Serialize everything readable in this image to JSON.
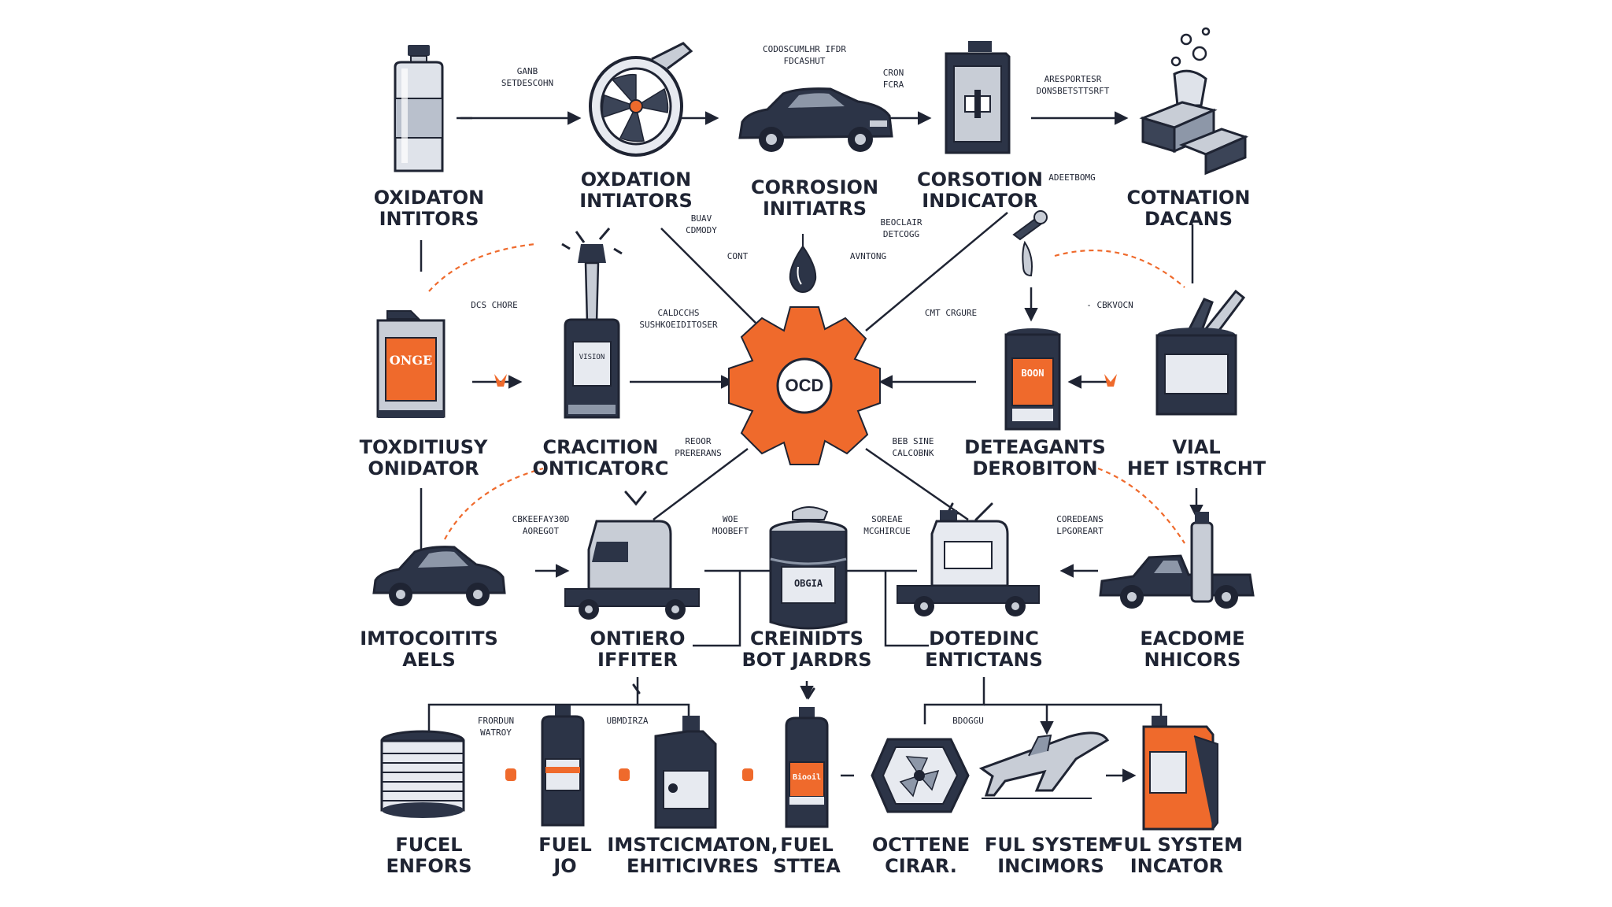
{
  "hub": {
    "label": "OCD"
  },
  "nodes": {
    "n1": {
      "line1": "OXIDATON",
      "line2": "INTITORS",
      "icon": "bottle-icon"
    },
    "n2": {
      "line1": "OXDATION",
      "line2": "INTIATORS",
      "icon": "turbine-fan-icon"
    },
    "n3": {
      "line1": "CORROSION",
      "line2": "INITIATRS",
      "icon": "sports-car-icon"
    },
    "n4": {
      "line1": "CORSOTION",
      "line2": "INDICATOR",
      "icon": "jerrycan-icon"
    },
    "n5": {
      "line1": "COTNATION",
      "line2": "DACANS",
      "icon": "bubbling-blocks-icon"
    },
    "n6": {
      "line1": "TOXDITIUSY",
      "line2": "ONIDATOR",
      "icon": "jug-can-icon"
    },
    "n7": {
      "line1": "CRACITION",
      "line2": "ONTICATORC",
      "icon": "splash-tank-icon"
    },
    "n8": {
      "line1": "DETEAGANTS",
      "line2": "DEROBITON",
      "icon": "label-can-icon"
    },
    "n9": {
      "line1": "VIAL",
      "line2": "HET ISTRCHT",
      "icon": "jar-with-tool-icon"
    },
    "n10": {
      "line1": "IMTOCOITITS",
      "line2": "AELS",
      "icon": "coupe-car-icon"
    },
    "n11": {
      "line1": "ONTIERO",
      "line2": "IFFITER",
      "icon": "truck-cab-icon"
    },
    "n12": {
      "line1": "CREINIDTS",
      "line2": "BOT JARDRS",
      "icon": "drum-icon"
    },
    "n13": {
      "line1": "DOTEDINC",
      "line2": "ENTICTANS",
      "icon": "tanker-truck-icon"
    },
    "n14": {
      "line1": "EACDOME",
      "line2": "NHICORS",
      "icon": "pickup-truck-icon"
    },
    "n15": {
      "line1": "FUCEL",
      "line2": "ENFORS",
      "icon": "fuel-filter-icon"
    },
    "n16": {
      "line1": "FUEL",
      "line2": "JO",
      "icon": "fuel-bottle-icon"
    },
    "n17": {
      "line1": "IMSTCICMATON,",
      "line2": "EHITICIVRES",
      "icon": "spray-bottle-icon"
    },
    "n18": {
      "line1": "FUEL",
      "line2": "STTEA",
      "icon": "additive-bottle-icon"
    },
    "n19": {
      "line1": "OCTTENE",
      "line2": "CIRAR.",
      "icon": "engine-part-icon"
    },
    "n20": {
      "line1": "FUL SYSTEM",
      "line2": "INCIMORS",
      "icon": "jet-plane-icon"
    },
    "n21": {
      "line1": "FUL SYSTEM",
      "line2": "INCATOR",
      "icon": "fuel-canister-icon"
    }
  },
  "notes": {
    "a1": {
      "line1": "GANB",
      "line2": "SETDESCOHN"
    },
    "a2": {
      "line1": "CODOSCUMLHR IFDR",
      "line2": "FDCASHUT"
    },
    "a3": {
      "line1": "CRON",
      "line2": "FCRA"
    },
    "a4": {
      "line1": "ARESPORTESR",
      "line2": "DONSBETSTTSRFT"
    },
    "a5": {
      "line1": "ADEETBOMG",
      "line2": ""
    },
    "a6": {
      "line1": "BUAV",
      "line2": "CDMODY"
    },
    "a7": {
      "line1": "BEOCLAIR",
      "line2": "DETCOGG"
    },
    "a8": {
      "line1": "CONT",
      "line2": ""
    },
    "a9": {
      "line1": "AVNTONG",
      "line2": ""
    },
    "a10": {
      "line1": "DCS CHORE",
      "line2": ""
    },
    "a11": {
      "line1": "CALDCCHS",
      "line2": "SUSHKOEIDITOSER"
    },
    "a12": {
      "line1": "CMT CRGURE",
      "line2": ""
    },
    "a13": {
      "line1": "- CBKVOCN",
      "line2": ""
    },
    "a14": {
      "line1": "REOOR",
      "line2": "PRERERANS"
    },
    "a15": {
      "line1": "BEB SINE",
      "line2": "CALCOBNK"
    },
    "a16": {
      "line1": "CBKEEFAY30D",
      "line2": "AOREGOT"
    },
    "a17": {
      "line1": "WOE",
      "line2": "MOOBEFT"
    },
    "a18": {
      "line1": "SOREAE",
      "line2": "MCGHIRCUE"
    },
    "a19": {
      "line1": "COREDEANS",
      "line2": "LPGOREART"
    },
    "a20": {
      "line1": "FRORDUN",
      "line2": "WATROY"
    },
    "a21": {
      "line1": "UBMDIRZA",
      "line2": ""
    },
    "a22": {
      "line1": "BDOGGU",
      "line2": ""
    }
  },
  "icon_text": {
    "jug_label": "ONGE",
    "tank_label": "VISION",
    "can_label": "BOON",
    "drum_label": "OBGIA",
    "canister_label": "Biooil"
  },
  "colors": {
    "ink": "#1f2433",
    "accent": "#ef6a2c",
    "metal": "#c8cdd6",
    "dark_metal": "#2c3447"
  }
}
